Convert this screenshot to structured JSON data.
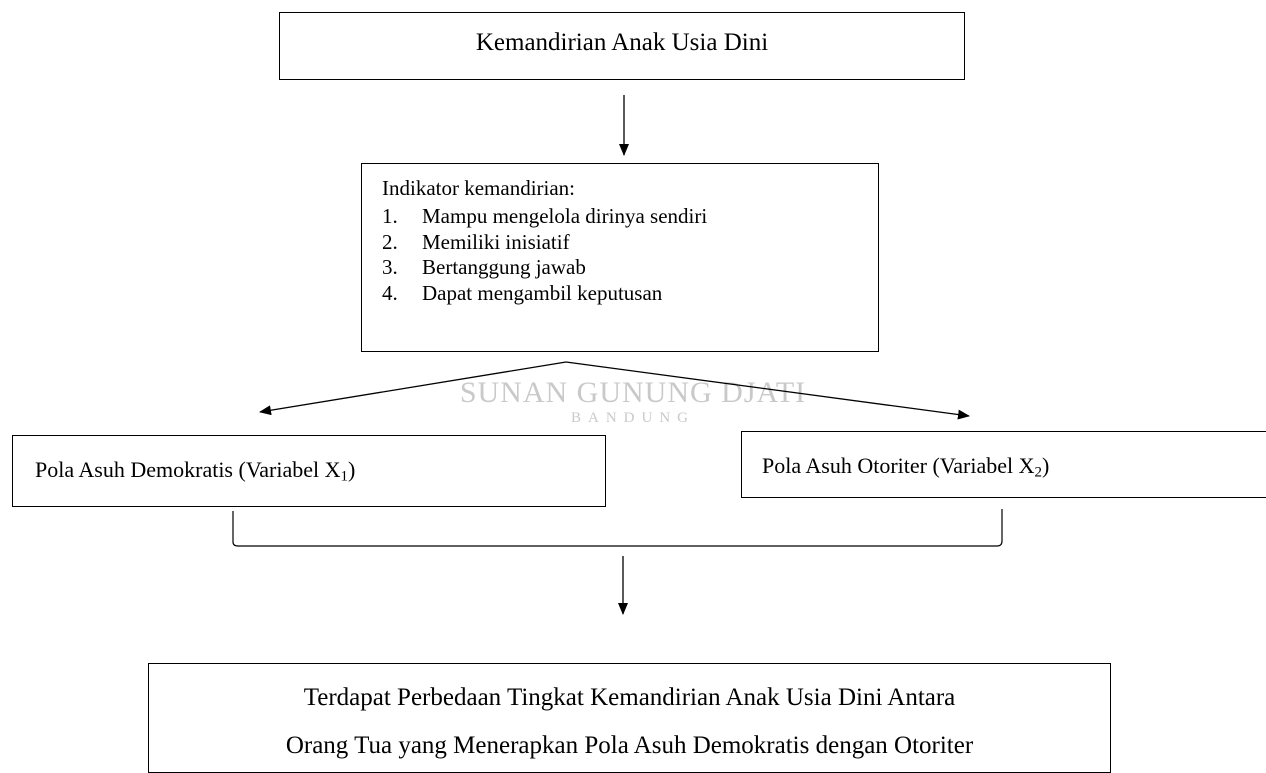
{
  "watermark": {
    "main": "SUNAN GUNUNG DJATI",
    "sub": "BANDUNG"
  },
  "top_box": {
    "text": "Kemandirian Anak Usia Dini"
  },
  "indicator_box": {
    "title": "Indikator kemandirian:",
    "items": [
      {
        "num": "1.",
        "text": "Mampu mengelola dirinya sendiri"
      },
      {
        "num": "2.",
        "text": "Memiliki inisiatif"
      },
      {
        "num": "3.",
        "text": "Bertanggung jawab"
      },
      {
        "num": "4.",
        "text": "Dapat mengambil keputusan"
      }
    ]
  },
  "x1_box": {
    "text": "Pola Asuh Demokratis (Variabel X",
    "sub": "1",
    "close": ")"
  },
  "x2_box": {
    "text": "Pola Asuh Otoriter (Variabel X",
    "sub": "2",
    "close": ")"
  },
  "result_box": {
    "line1": "Terdapat Perbedaan Tingkat Kemandirian Anak Usia Dini Antara",
    "line2": "Orang Tua yang Menerapkan Pola Asuh Demokratis dengan Otoriter"
  }
}
